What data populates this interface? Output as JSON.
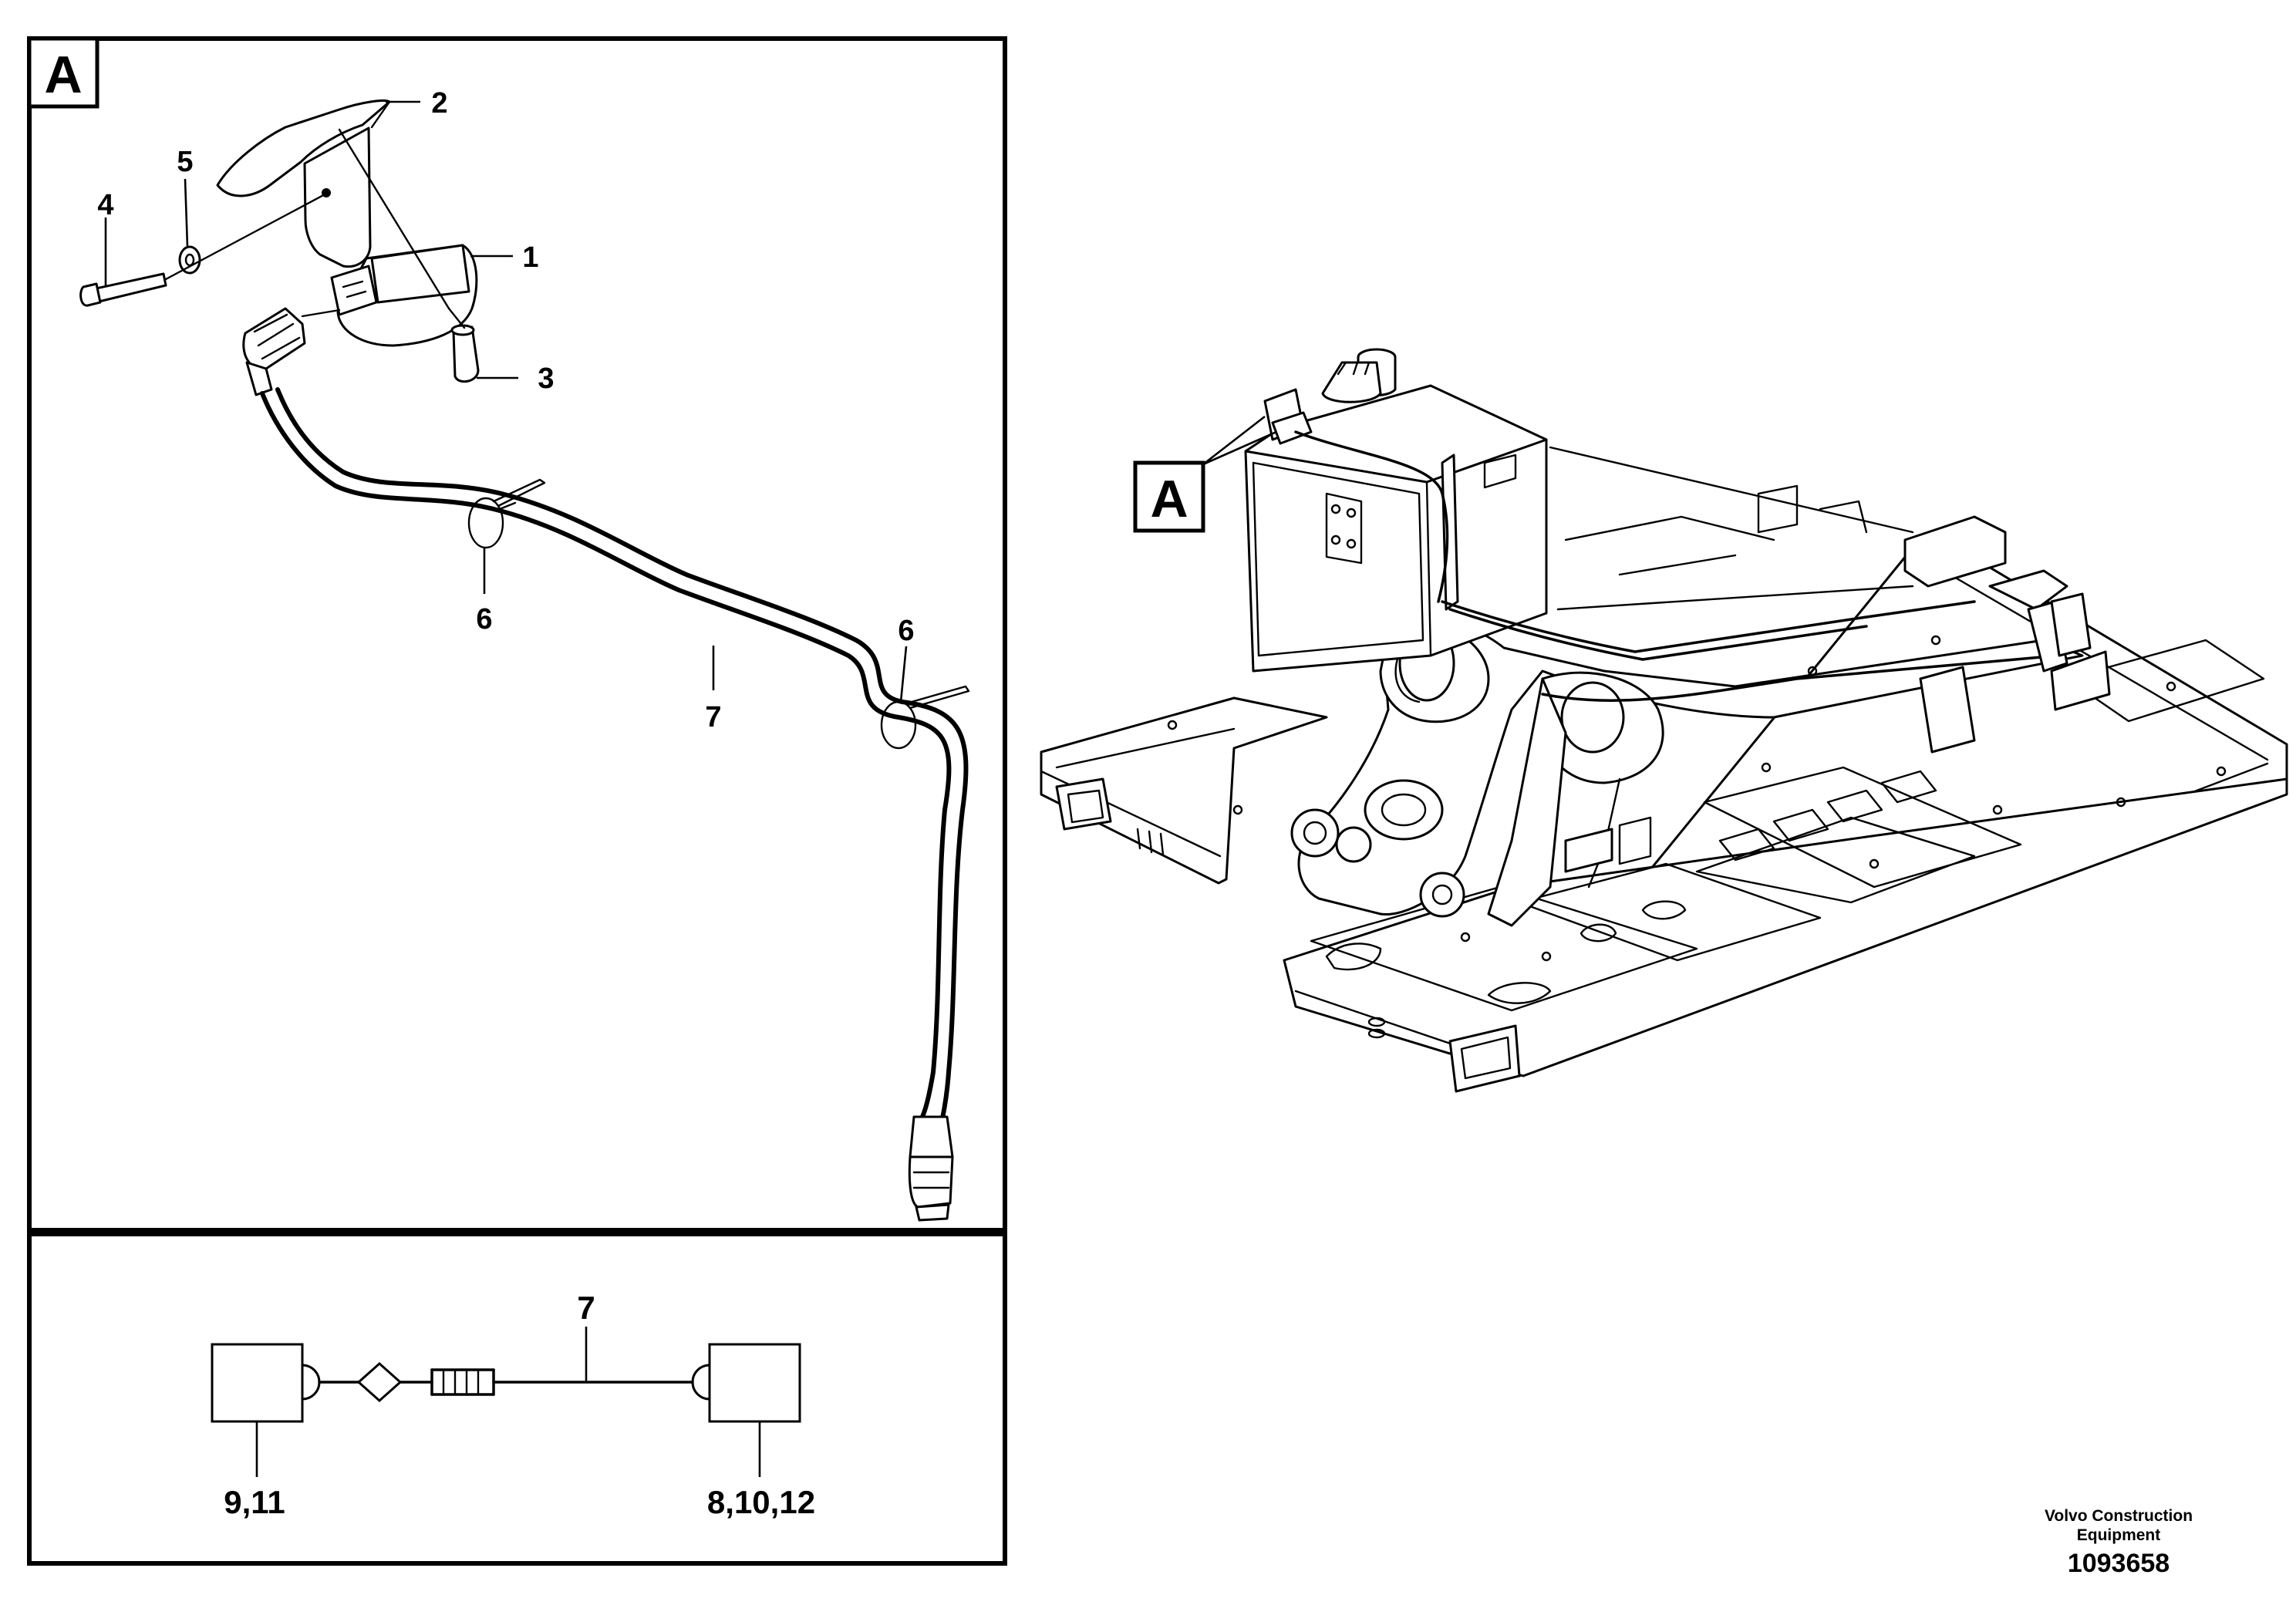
{
  "detail": {
    "section_label": "A",
    "callouts": {
      "p1": "1",
      "p2": "2",
      "p3": "3",
      "p4": "4",
      "p5": "5",
      "p6a": "6",
      "p6b": "6",
      "p7": "7"
    }
  },
  "schematic": {
    "wire_label": "7",
    "left_label": "9,11",
    "right_label": "8,10,12"
  },
  "overview": {
    "section_label": "A"
  },
  "credit": {
    "company": "Volvo Construction Equipment",
    "drawing_number": "1093658"
  }
}
